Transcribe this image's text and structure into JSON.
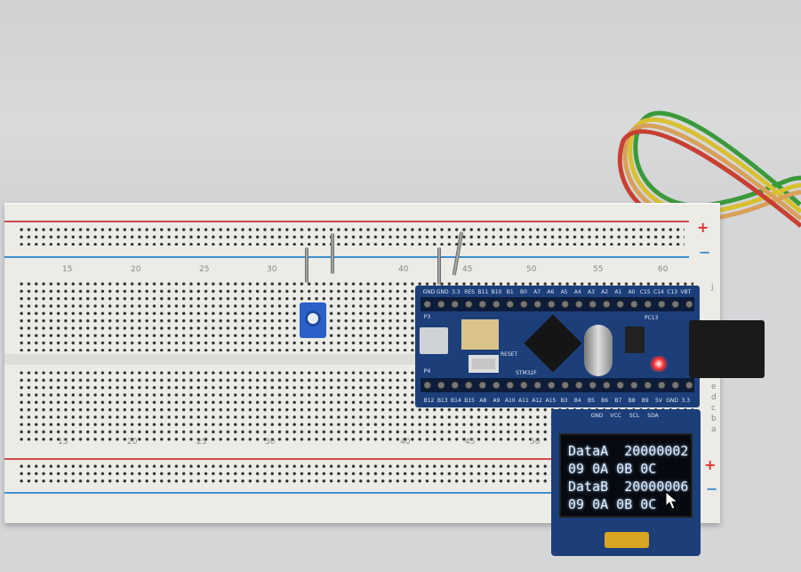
{
  "breadboard": {
    "top_numbers": [
      "15",
      "20",
      "25",
      "30",
      "40",
      "45",
      "50",
      "55",
      "60"
    ],
    "bottom_numbers": [
      "15",
      "20",
      "25",
      "30",
      "40",
      "45",
      "50"
    ],
    "plus": "+",
    "minus": "−",
    "row_letters_top": "j",
    "row_letters_bottom": [
      "a",
      "b",
      "c",
      "d",
      "e"
    ]
  },
  "board": {
    "top_pins": [
      "GND",
      "GND",
      "3.3",
      "RES",
      "B11",
      "B10",
      "B1",
      "B0",
      "A7",
      "A6",
      "A5",
      "A4",
      "A3",
      "A2",
      "A1",
      "A0",
      "C15",
      "C14",
      "C13",
      "VBT"
    ],
    "bottom_pins": [
      "B12",
      "B13",
      "B14",
      "B15",
      "A8",
      "A9",
      "A10",
      "A11",
      "A12",
      "A15",
      "B3",
      "B4",
      "B5",
      "B6",
      "B7",
      "B8",
      "B9",
      "5V",
      "GND",
      "3.3"
    ],
    "chip_label": "STM32F",
    "reset_label": "RESET",
    "pc13_label": "PC13",
    "p3_label": "P3",
    "p4_label": "P4"
  },
  "oled": {
    "pins": [
      "GND",
      "VCC",
      "SCL",
      "SDA"
    ],
    "lines": [
      "DataA  20000002",
      "09 0A 0B 0C",
      "DataB  20000006",
      "09 0A 0B 0C"
    ]
  }
}
